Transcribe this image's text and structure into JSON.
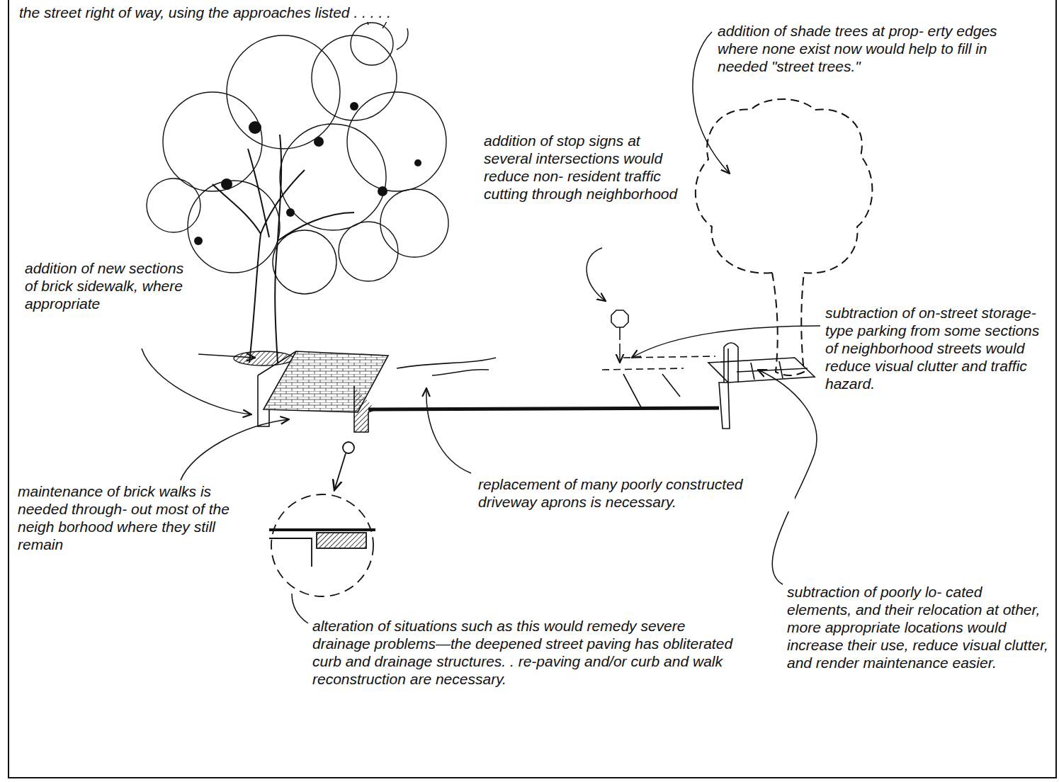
{
  "diagram": {
    "labels": [
      "the street right of way, using the approaches listed . . . . .",
      "addition of shade trees at prop- erty edges where none exist now would help to fill in needed \"street trees.\"",
      "addition of stop signs at several intersections would reduce non- resident traffic cutting through neighborhood",
      "addition of new sections of brick sidewalk, where appropriate",
      "subtraction of on-street storage-type parking from some sections of neighborhood streets would reduce visual clutter and traffic hazard.",
      "maintenance of brick walks is needed through- out most of the neigh borhood where they still remain",
      "replacement of many poorly constructed driveway aprons is necessary.",
      "alteration of situations such as this would remedy severe drainage problems—the deepened street paving has obliterated curb and drainage structures. . re-paving and/or curb and walk reconstruction are necessary.",
      "subtraction of poorly lo- cated elements, and their relocation at other, more appropriate locations would increase their use, reduce visual clutter, and render maintenance easier."
    ]
  }
}
